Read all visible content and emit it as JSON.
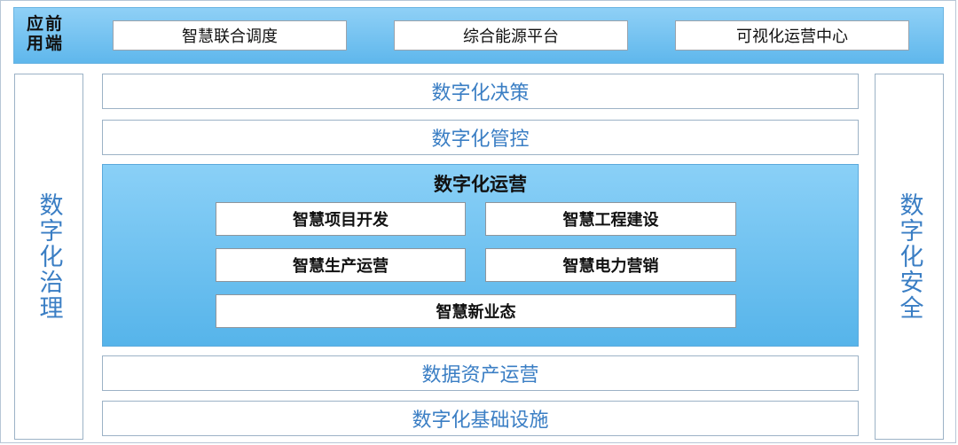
{
  "top": {
    "label": "应前\n用端",
    "apps": [
      "智慧联合调度",
      "综合能源平台",
      "可视化运营中心"
    ]
  },
  "left_column": "数字化治理",
  "right_column": "数字化安全",
  "layers": {
    "decision": "数字化决策",
    "control": "数字化管控",
    "data_assets": "数据资产运营",
    "infrastructure": "数字化基础设施"
  },
  "operations": {
    "title": "数字化运营",
    "items": [
      "智慧项目开发",
      "智慧工程建设",
      "智慧生产运营",
      "智慧电力营销",
      "智慧新业态"
    ]
  },
  "colors": {
    "band_blue": "#5fb7ec",
    "text_blue": "#3a7ec4"
  }
}
